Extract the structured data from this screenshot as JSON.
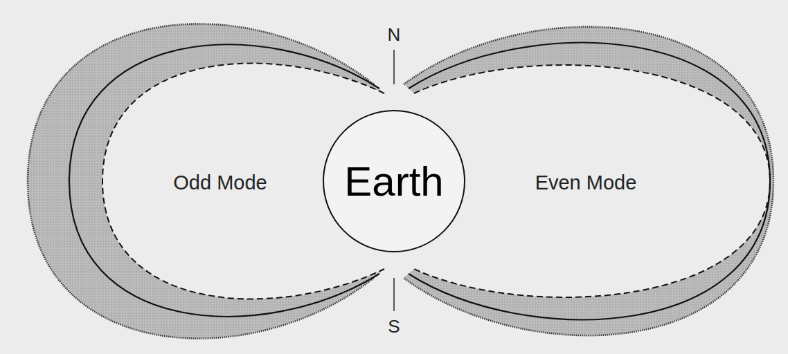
{
  "diagram": {
    "nodes": [
      {
        "text": [
          "Earth"
        ]
      }
    ],
    "labels": [
      "N",
      "Odd Mode",
      "Even Mode",
      "S"
    ]
  }
}
